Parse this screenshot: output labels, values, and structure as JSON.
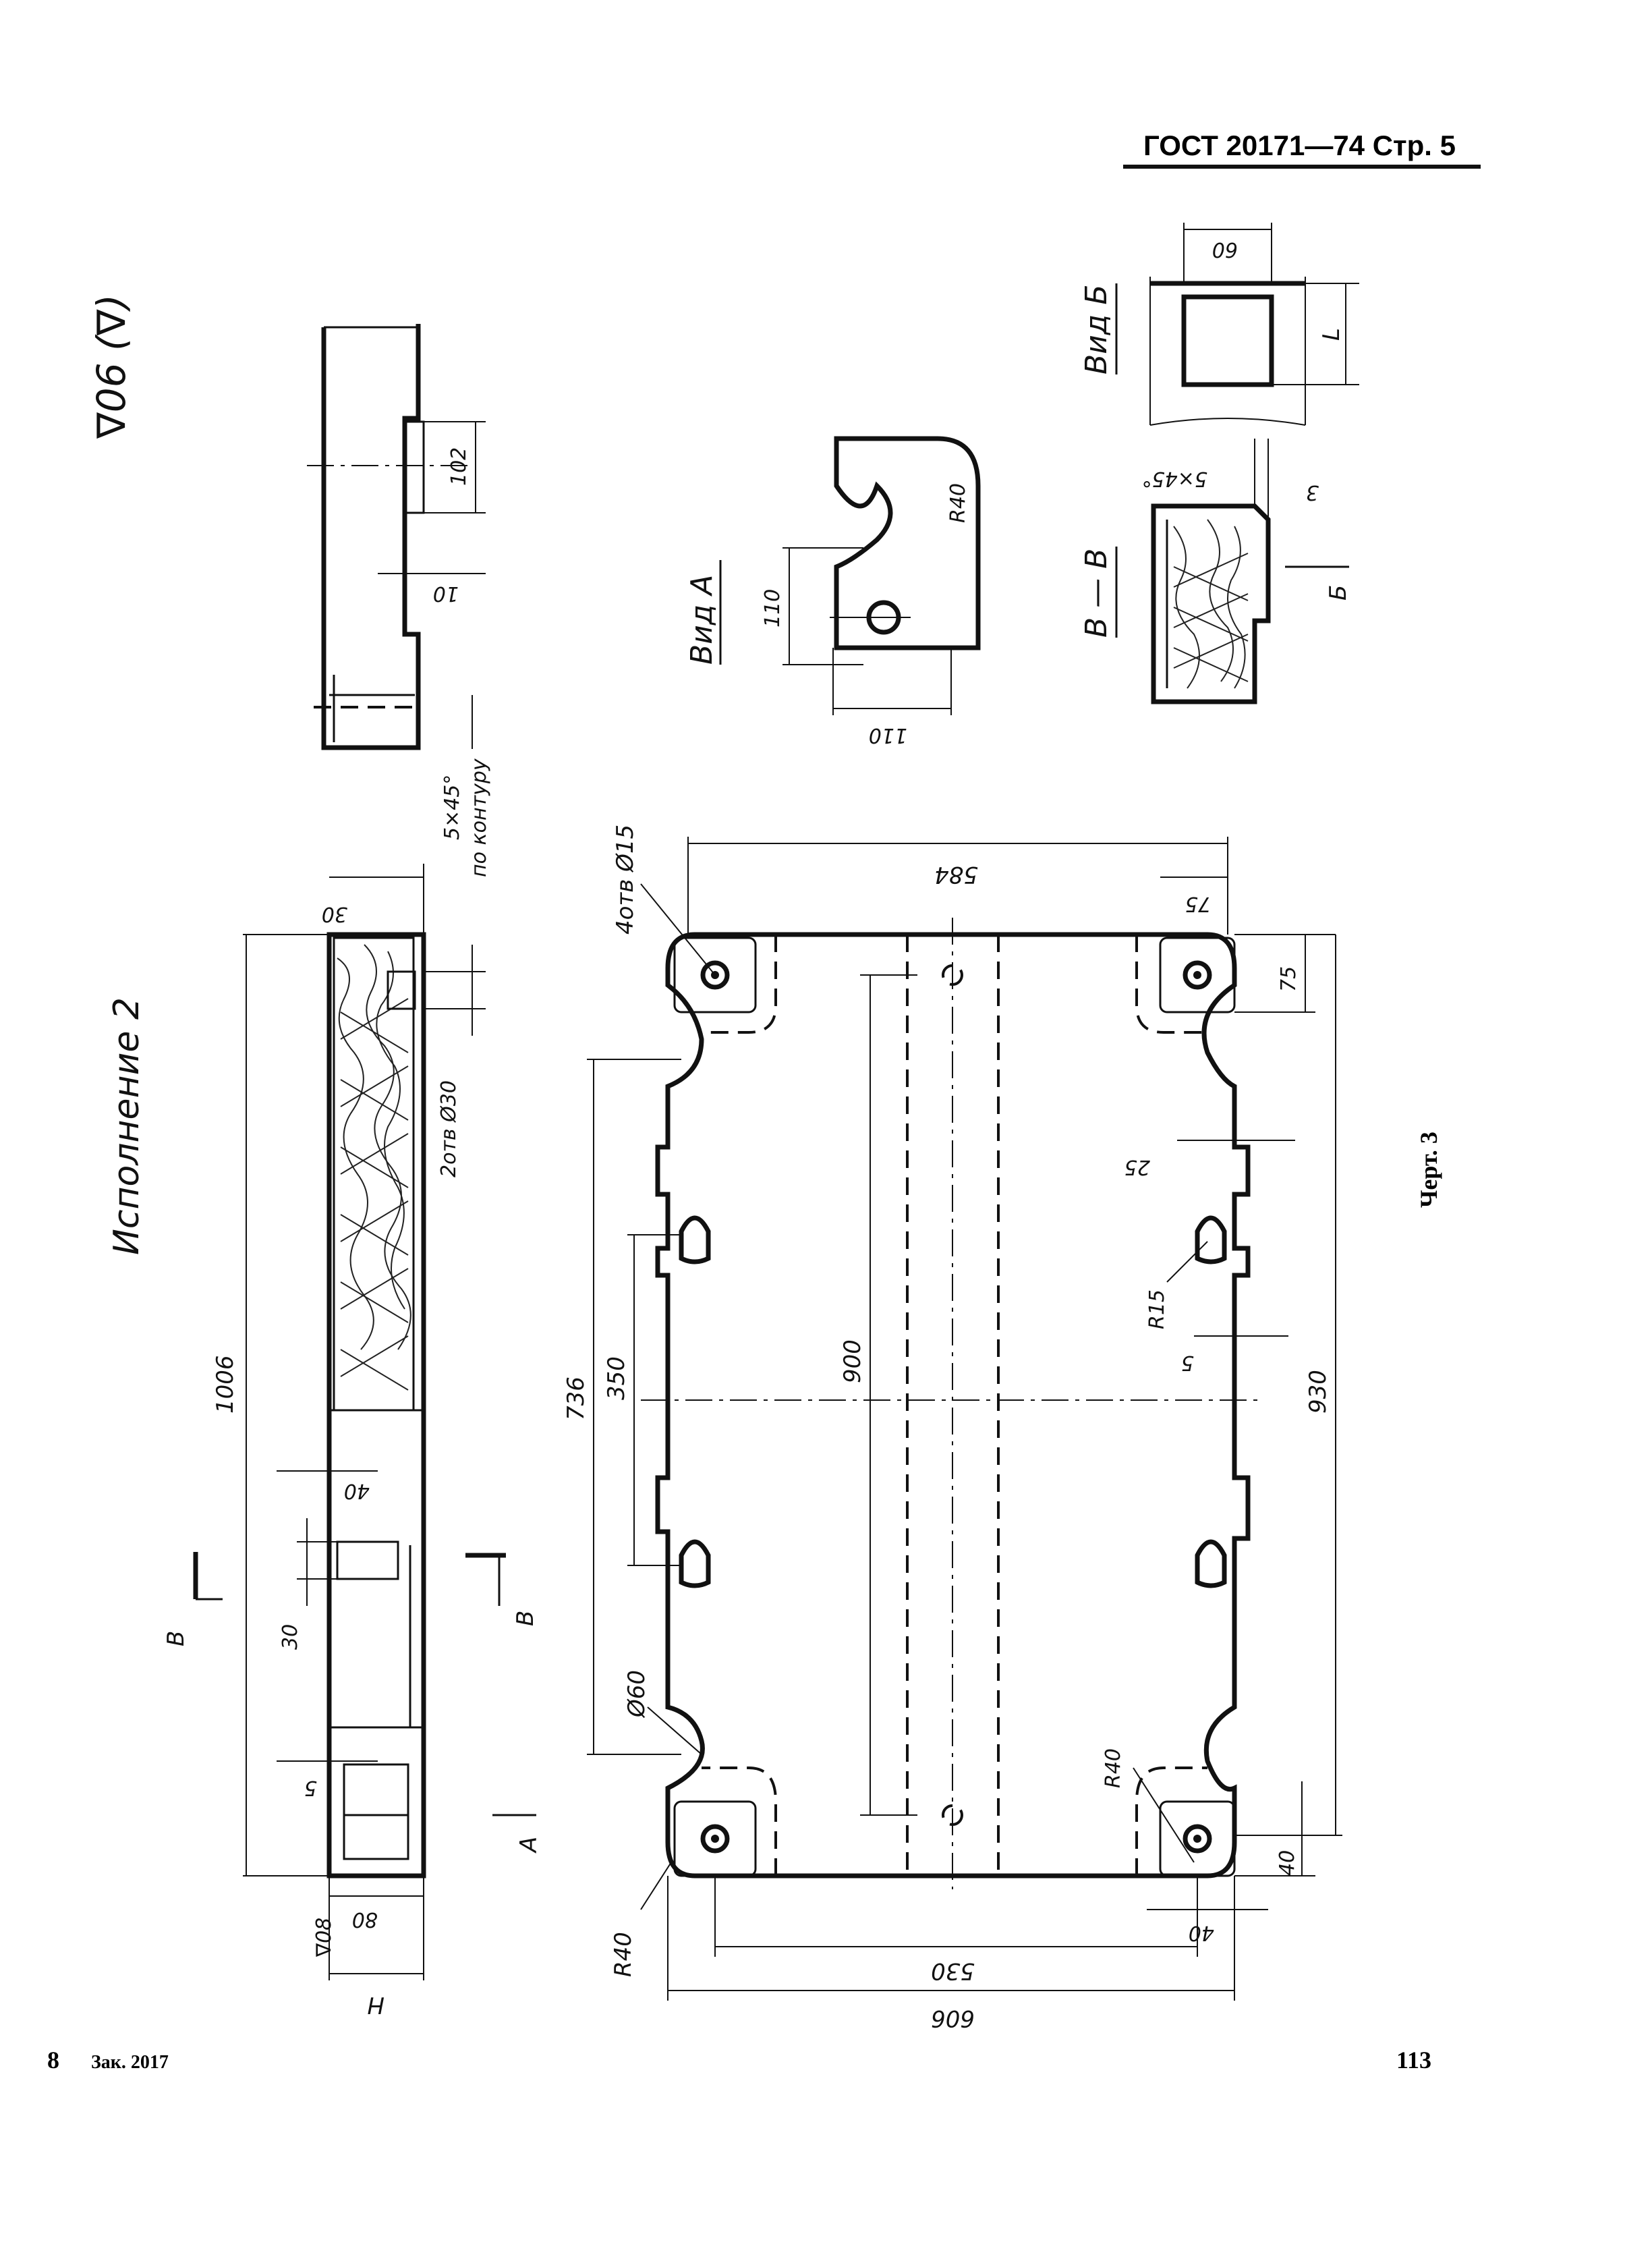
{
  "header": {
    "title": "ГОСТ 20171—74 Стр. 5"
  },
  "surface_mark": {
    "main": "∇06",
    "bracket": "(∇)"
  },
  "side_view": {
    "label": "Исполнение 2",
    "dims": {
      "length": "1006",
      "d30": "30",
      "holes": "2отв Ø30",
      "d40": "40",
      "d30b": "30",
      "d5": "5",
      "d80": "80",
      "rough": "∇08",
      "h": "H",
      "d102": "102",
      "d10": "10",
      "chamfer": "5×45°",
      "chamfer_note": "по контуру"
    },
    "section_marks": {
      "left": "В",
      "right": "В",
      "arrow_a": "А"
    }
  },
  "view_a": {
    "title": "Вид А",
    "dims": {
      "r40": "R40",
      "d110a": "110",
      "d110b": "110"
    }
  },
  "view_b": {
    "title": "Вид Б",
    "dims": {
      "d60": "60",
      "l": "L"
    }
  },
  "section_bb": {
    "title": "В — В",
    "dims": {
      "chamfer": "5×45°",
      "small": "3",
      "arrow": "Б"
    }
  },
  "plan_view": {
    "dims": {
      "holes": "4отв Ø15",
      "d584": "584",
      "d75a": "75",
      "d75b": "75",
      "d25": "25",
      "r15": "R15",
      "d5": "5",
      "d930": "930",
      "d900": "900",
      "d736": "736",
      "d350": "350",
      "phi60": "Ø60",
      "r40a": "R40",
      "r40b": "R40",
      "d40a": "40",
      "d40b": "40",
      "d530": "530",
      "d606": "606"
    }
  },
  "figure_label": "Черт. 3",
  "footer": {
    "sheet": "8",
    "order": "Зак. 2017",
    "page": "113"
  }
}
